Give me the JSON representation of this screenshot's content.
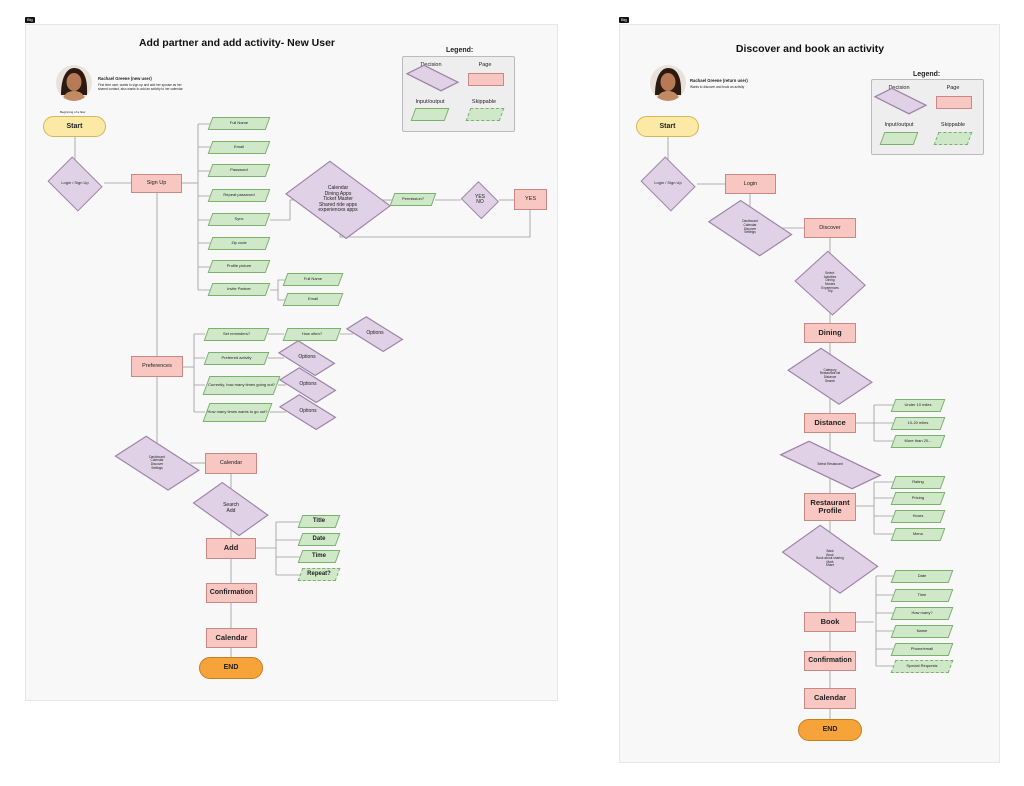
{
  "left": {
    "tag": "Big",
    "title": "Add partner and add activity- New User",
    "persona": {
      "name": "Rachael Greene (new user)",
      "desc": "First time user, wants to sign up and add her spouse as her shared contact, also wants to add an activity to her calendar",
      "beginning": "Beginning of a flow"
    },
    "legend": {
      "title": "Legend:",
      "decision": "Decision",
      "page": "Page",
      "input_output": "Input/output",
      "skippable": "Skippable"
    },
    "nodes": {
      "start": "Start",
      "login": "Login / Sign Up",
      "signup": "Sign Up",
      "fullname": "Full Name",
      "email": "Email",
      "password": "Password",
      "repeat_password": "Repeat password",
      "sync": "Sync",
      "zip": "Zip code",
      "profile_picture": "Profile picture",
      "invite_partner": "Invite Partner",
      "invite_fullname": "Full Name",
      "invite_email": "Email",
      "sync_decision": "Calendar\nDining Apps\nTicket Master\nShared ride apps\nexperiences apps",
      "permission": "Permission?",
      "yesno": "YES\nNO",
      "yes": "YES",
      "preferences": "Preferences",
      "set_reminders": "Set reminders?",
      "how_often": "How often?",
      "options1": "Options",
      "preferred_activity": "Preferred activity",
      "options2": "Options",
      "currently": "Currently, how many times going out?",
      "options3": "Options",
      "how_many": "How many times wants to go out?",
      "options4": "Options",
      "dash_decision": "Dashboard\nCalendar\nDiscover\nSettings",
      "calendar1": "Calendar",
      "search_add": "Search\nAdd",
      "add": "Add",
      "title_io": "Title",
      "date_io": "Date",
      "time_io": "Time",
      "repeat_io": "Repeat?",
      "confirmation": "Confirmation",
      "calendar2": "Calendar",
      "end": "END"
    }
  },
  "right": {
    "tag": "Big",
    "title": "Discover and book an activity",
    "persona": {
      "name": "Rachael Greene (return user)",
      "desc": "Wants to discover and book an activity"
    },
    "legend": {
      "title": "Legend:",
      "decision": "Decision",
      "page": "Page",
      "input_output": "Input/output",
      "skippable": "Skippable"
    },
    "nodes": {
      "start": "Start",
      "login_dec": "Login / Sign Up",
      "login": "Login",
      "dash_decision": "Dashboard\nCalendar\nDiscover\nSettings",
      "discover": "Discover",
      "select_dec": "Select:\nActivities\nDining\nMovies\nExperiences\nTrip",
      "dining": "Dining",
      "category_dec": "Category\nRestaurant list\nDistance\nSearch",
      "distance": "Distance",
      "under10": "Under 10 miles",
      "m1020": "10-20 miles",
      "more20": "More than 20...",
      "select_rest": "Select Restaurant",
      "restaurant_profile": "Restaurant Profile",
      "rating": "Rating",
      "pricing": "Pricing",
      "hours": "Hours",
      "menu": "Menu",
      "back_dec": "Back\nBook\nBook about sharing\nMark\nShare",
      "book": "Book",
      "date": "Date",
      "time": "Time",
      "how_many": "How many?",
      "name": "Name",
      "phone": "Phone/email",
      "special": "Special Requests",
      "confirmation": "Confirmation",
      "calendar": "Calendar",
      "end": "END"
    }
  }
}
